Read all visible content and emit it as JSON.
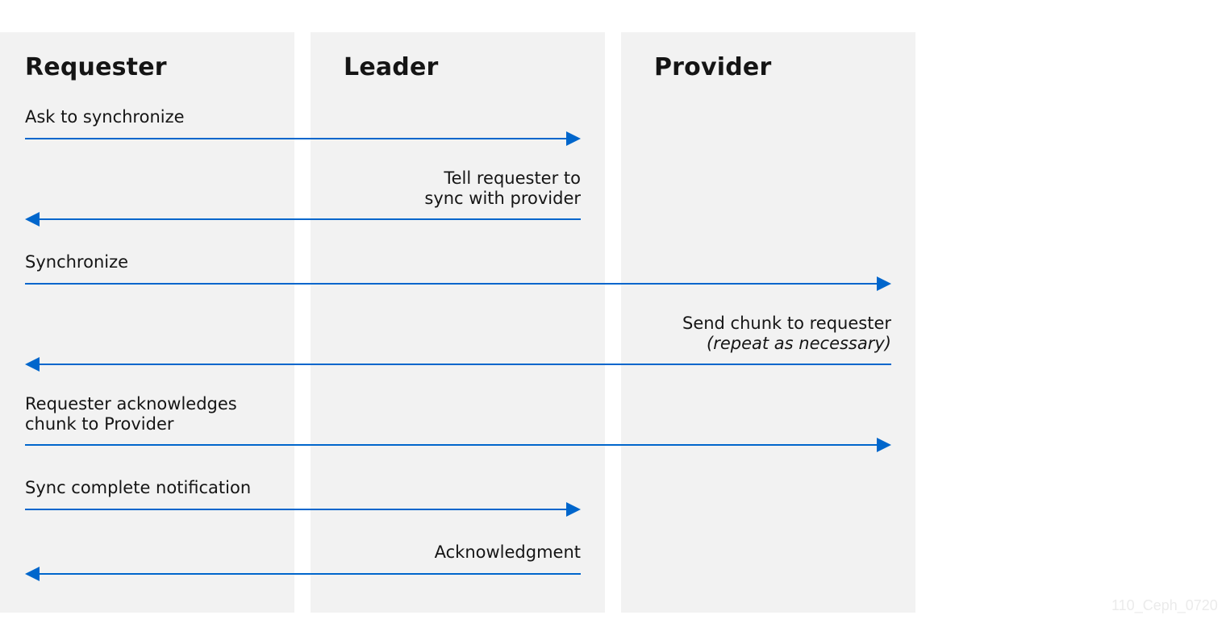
{
  "lanes": {
    "requester": "Requester",
    "leader": "Leader",
    "provider": "Provider"
  },
  "messages": [
    {
      "from": "requester",
      "to": "leader",
      "lines": [
        "Ask to synchronize"
      ]
    },
    {
      "from": "leader",
      "to": "requester",
      "lines": [
        "Tell requester to",
        "sync with provider"
      ]
    },
    {
      "from": "requester",
      "to": "provider",
      "lines": [
        "Synchronize"
      ]
    },
    {
      "from": "provider",
      "to": "requester",
      "lines": [
        "Send chunk to requester",
        "(repeat as necessary)"
      ]
    },
    {
      "from": "requester",
      "to": "provider",
      "lines": [
        "Requester acknowledges",
        "chunk to Provider"
      ]
    },
    {
      "from": "requester",
      "to": "leader",
      "lines": [
        "Sync complete notification"
      ]
    },
    {
      "from": "leader",
      "to": "requester",
      "lines": [
        "Acknowledgment"
      ]
    }
  ],
  "watermark": "110_Ceph_0720",
  "colors": {
    "arrow": "#0066cc",
    "lane_bg": "#f2f2f2",
    "text": "#151515"
  }
}
